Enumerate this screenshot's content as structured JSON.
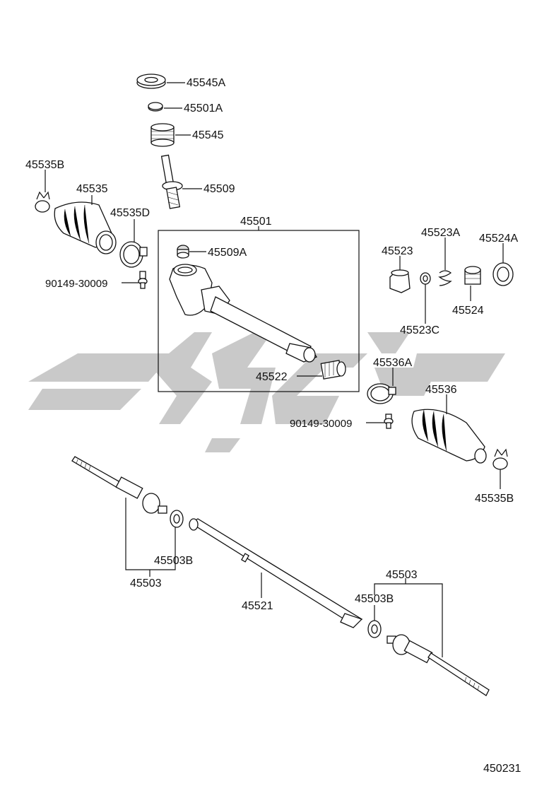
{
  "parts": {
    "p45545A": "45545A",
    "p45501A": "45501A",
    "p45545": "45545",
    "p45509": "45509",
    "p45535B_left": "45535B",
    "p45535": "45535",
    "p45535D": "45535D",
    "p45501": "45501",
    "p45509A": "45509A",
    "p90149_left": "90149-30009",
    "p45523": "45523",
    "p45523A": "45523A",
    "p45524A": "45524A",
    "p45524": "45524",
    "p45523C": "45523C",
    "p45522": "45522",
    "p45536A": "45536A",
    "p45536": "45536",
    "p90149_right": "90149-30009",
    "p45535B_right": "45535B",
    "p45503B_left": "45503B",
    "p45503_left": "45503",
    "p45521": "45521",
    "p45503_right": "45503",
    "p45503B_right": "45503B"
  },
  "diagram_id": "450231",
  "watermark_color": "#c9c9c9",
  "line_color": "#111111"
}
